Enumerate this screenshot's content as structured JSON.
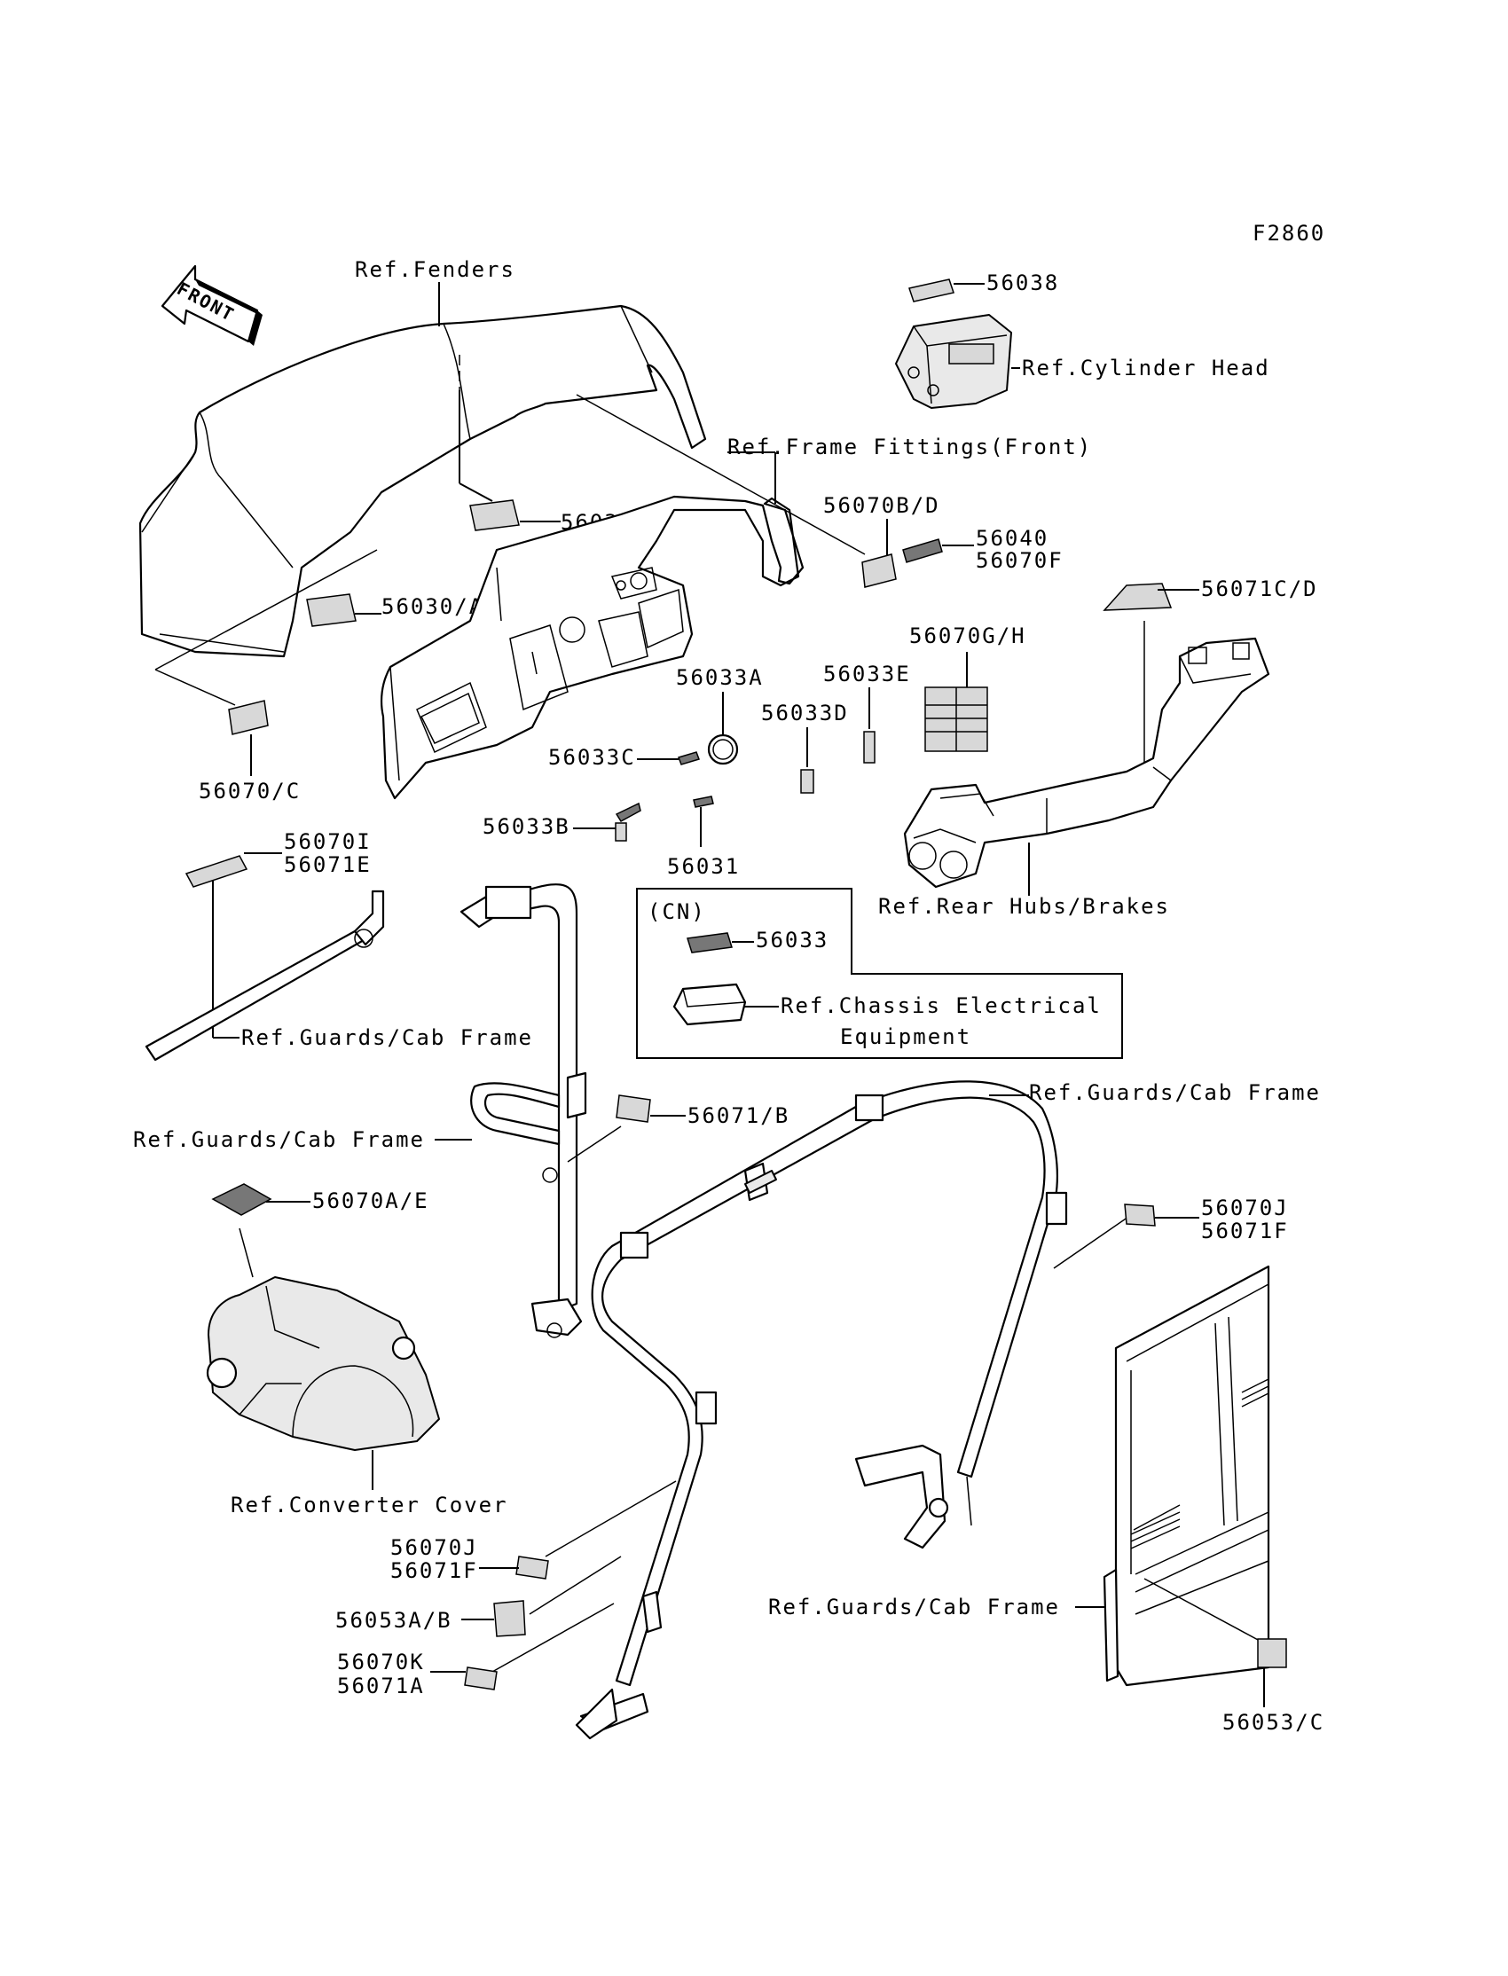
{
  "figure_code": "F2860",
  "front_label": "FRONT",
  "callouts": {
    "ref_fenders": "Ref.Fenders",
    "p56038": "56038",
    "ref_cylinder_head": "Ref.Cylinder Head",
    "ref_frame_fittings_front": "Ref.Frame Fittings(Front)",
    "p56030a_1": "56030/A",
    "p56030a_2": "56030/A",
    "p56070bd": "56070B/D",
    "p56040": "56040",
    "p56070f": "56070F",
    "p56071cd": "56071C/D",
    "p56070gh": "56070G/H",
    "p56033a": "56033A",
    "p56033e": "56033E",
    "p56033d": "56033D",
    "p56033c": "56033C",
    "p56070c": "56070/C",
    "p56033b": "56033B",
    "p56031": "56031",
    "ref_rear_hubs_brakes": "Ref.Rear Hubs/Brakes",
    "p56070i": "56070I",
    "p56071e": "56071E",
    "cn_label": "(CN)",
    "p56033": "56033",
    "ref_chassis_electrical_1": "Ref.Chassis Electrical",
    "ref_chassis_electrical_2": "Equipment",
    "ref_guards_cab_frame_1": "Ref.Guards/Cab Frame",
    "ref_guards_cab_frame_2": "Ref.Guards/Cab Frame",
    "p56071b": "56071/B",
    "ref_guards_cab_frame_3": "Ref.Guards/Cab Frame",
    "p56070ae": "56070A/E",
    "p56070j_1": "56070J",
    "p56071f_1": "56071F",
    "ref_converter_cover": "Ref.Converter Cover",
    "p56070j_2": "56070J",
    "p56071f_2": "56071F",
    "p56053ab": "56053A/B",
    "p56070k": "56070K",
    "p56071a": "56071A",
    "ref_guards_cab_frame_4": "Ref.Guards/Cab Frame",
    "p56053c": "56053/C"
  }
}
